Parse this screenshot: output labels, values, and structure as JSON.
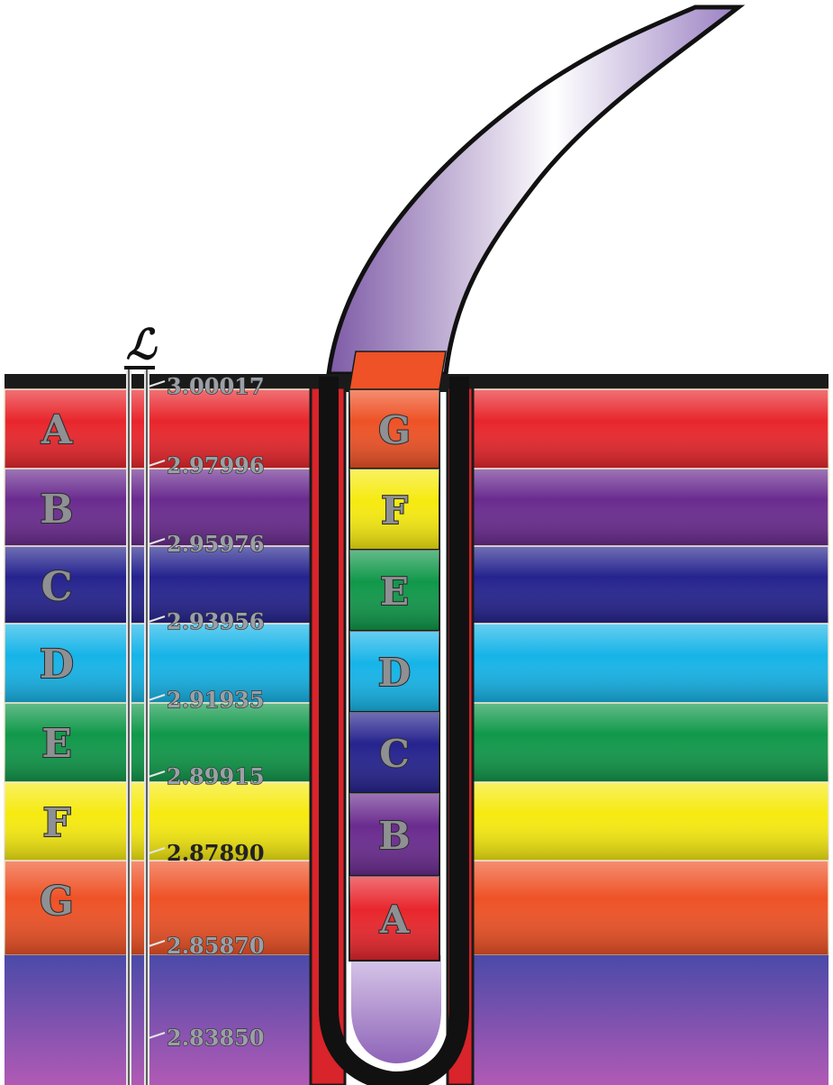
{
  "levels": {
    "symbol": "ℒ",
    "labels": [
      "A",
      "B",
      "C",
      "D",
      "E",
      "F",
      "G"
    ],
    "colors": {
      "A": "#e8262c",
      "B": "#6a2b8f",
      "C": "#25238e",
      "D": "#16b4e8",
      "E": "#10984a",
      "F": "#f6ea10",
      "G": "#ee5226",
      "base": "#7a3fa0"
    },
    "values": [
      "3.00017",
      "2.97996",
      "2.95976",
      "2.93956",
      "2.91935",
      "2.89915",
      "2.87890",
      "2.85870",
      "2.83850"
    ]
  },
  "well": {
    "labels_top_to_bottom": [
      "G",
      "F",
      "E",
      "D",
      "C",
      "B",
      "A"
    ]
  }
}
